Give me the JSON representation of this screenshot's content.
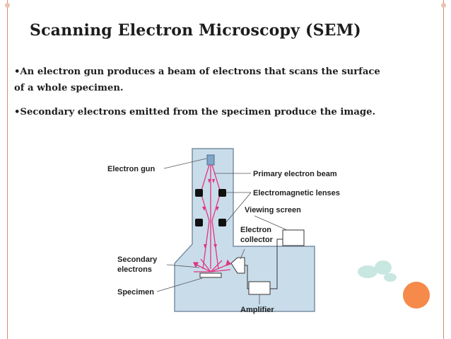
{
  "slide": {
    "title": "Scanning Electron Microscopy (SEM)",
    "bullets": [
      "•An electron gun produces a beam of electrons that scans the surface of a whole specimen.",
      "•Secondary electrons emitted from the specimen produce the image."
    ]
  },
  "diagram": {
    "labels": {
      "electron_gun": "Electron gun",
      "primary_beam": "Primary electron beam",
      "lenses": "Electromagnetic lenses",
      "viewing_screen": "Viewing screen",
      "collector_1": "Electron",
      "collector_2": "collector",
      "secondary_1": "Secondary",
      "secondary_2": "electrons",
      "specimen": "Specimen",
      "amplifier": "Amplifier"
    },
    "colors": {
      "body": "#c9dcea",
      "outline": "#7a8fa3",
      "beam": "#e2357f",
      "gun": "#7fa6c9"
    }
  },
  "accent": "#f58a4a"
}
